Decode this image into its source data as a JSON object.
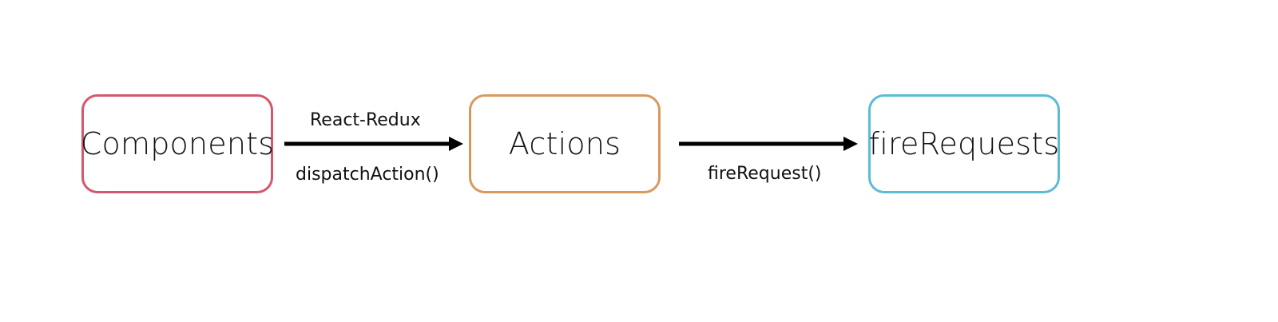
{
  "nodes": [
    {
      "id": "components",
      "label": "Components",
      "color": "#d4586d"
    },
    {
      "id": "actions",
      "label": "Actions",
      "color": "#d89a5c"
    },
    {
      "id": "firerequests",
      "label": "fireRequests",
      "color": "#5bbcd6"
    }
  ],
  "edges": [
    {
      "from": "components",
      "to": "actions",
      "label_above": "React-Redux",
      "label_below": "dispatchAction()"
    },
    {
      "from": "actions",
      "to": "firerequests",
      "label_below": "fireRequest()"
    }
  ],
  "arrow_color": "#000000"
}
